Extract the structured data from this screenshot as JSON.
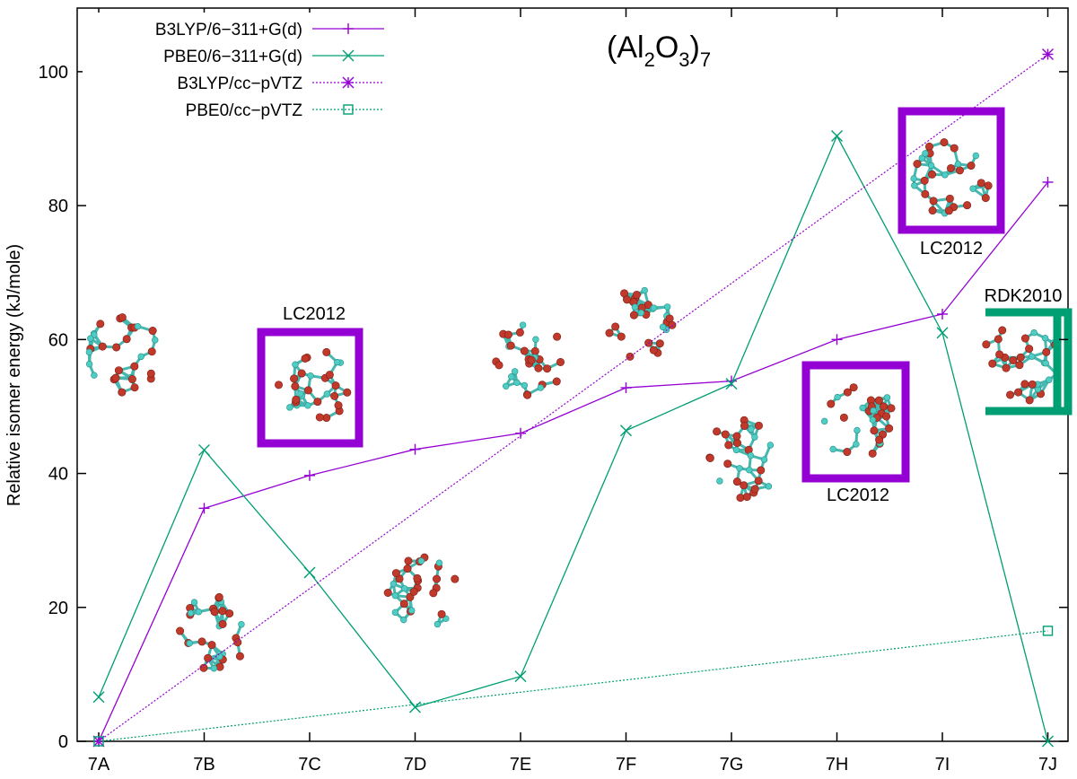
{
  "chart_data": {
    "type": "line",
    "title": {
      "base": "(Al",
      "sub1": "2",
      "mid": "O",
      "sub2": "3",
      "end": ")",
      "sub3": "7"
    },
    "ylabel": "Relative isomer energy (kJ/mole)",
    "xlabel": "",
    "categories": [
      "7A",
      "7B",
      "7C",
      "7D",
      "7E",
      "7F",
      "7G",
      "7H",
      "7I",
      "7J"
    ],
    "yticks": [
      0,
      20,
      40,
      60,
      80,
      100
    ],
    "ylim": [
      0,
      109.5
    ],
    "legend_position": "top-left",
    "grid": false,
    "series": [
      {
        "name": "B3LYP/6−311+G(d)",
        "color": "#9400d3",
        "dash": "solid",
        "marker": "plus",
        "x": [
          0,
          1,
          2,
          3,
          4,
          5,
          6,
          7,
          8,
          9
        ],
        "values": [
          0,
          34.8,
          39.7,
          43.6,
          46.0,
          52.8,
          53.8,
          60.0,
          63.8,
          83.5
        ]
      },
      {
        "name": "PBE0/6−311+G(d)",
        "color": "#009e73",
        "dash": "solid",
        "marker": "cross",
        "x": [
          0,
          1,
          2,
          3,
          4,
          5,
          6,
          7,
          8,
          9
        ],
        "values": [
          6.6,
          43.5,
          25.2,
          5.1,
          9.7,
          46.4,
          53.4,
          90.4,
          61.0,
          0
        ]
      },
      {
        "name": "B3LYP/cc−pVTZ",
        "color": "#9400d3",
        "dash": "dotted",
        "marker": "star",
        "x": [
          0,
          9
        ],
        "values": [
          0,
          102.6
        ]
      },
      {
        "name": "PBE0/cc−pVTZ",
        "color": "#009e73",
        "dash": "dotted",
        "marker": "square",
        "x": [
          0,
          9
        ],
        "values": [
          0,
          16.5
        ]
      }
    ],
    "annotations": [
      {
        "label": "LC2012",
        "color": "#9400d3"
      },
      {
        "label": "LC2012",
        "color": "#9400d3"
      },
      {
        "label": "LC2012",
        "color": "#9400d3"
      },
      {
        "label": "RDK2010",
        "color": "#009e73"
      }
    ]
  }
}
